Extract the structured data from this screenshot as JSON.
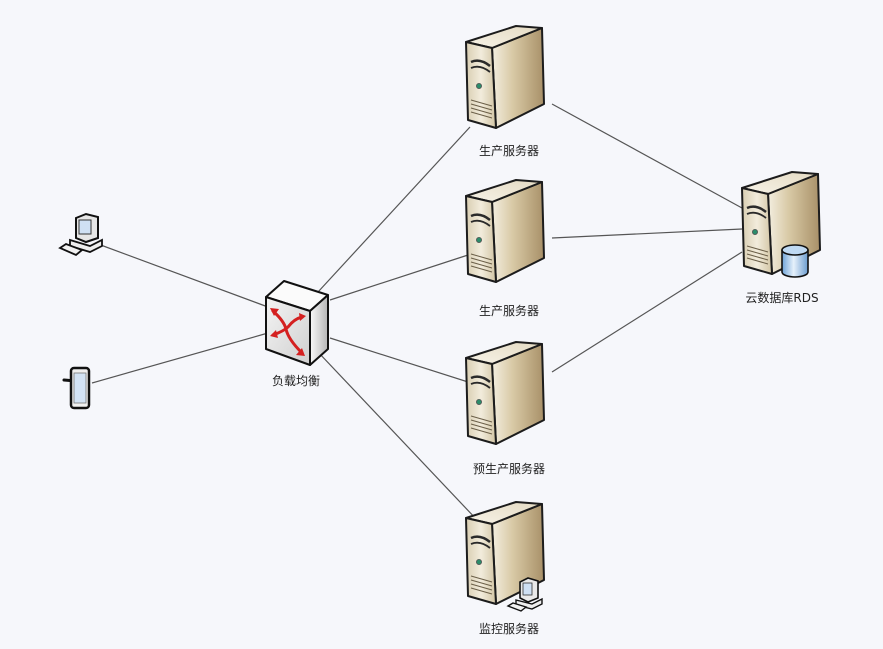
{
  "diagram": {
    "title": "",
    "nodes": [
      {
        "id": "pc",
        "type": "desktop-client",
        "label": ""
      },
      {
        "id": "mobile",
        "type": "mobile-client",
        "label": ""
      },
      {
        "id": "lb",
        "type": "load-balancer",
        "label": "负载均衡"
      },
      {
        "id": "prod1",
        "type": "server",
        "label": "生产服务器"
      },
      {
        "id": "prod2",
        "type": "server",
        "label": "生产服务器"
      },
      {
        "id": "preprod",
        "type": "server",
        "label": "预生产服务器"
      },
      {
        "id": "monitor",
        "type": "monitor-server",
        "label": "监控服务器"
      },
      {
        "id": "rds",
        "type": "database-server",
        "label": "云数据库RDS"
      }
    ],
    "edges": [
      {
        "from": "pc",
        "to": "lb"
      },
      {
        "from": "mobile",
        "to": "lb"
      },
      {
        "from": "lb",
        "to": "prod1"
      },
      {
        "from": "lb",
        "to": "prod2"
      },
      {
        "from": "lb",
        "to": "preprod"
      },
      {
        "from": "lb",
        "to": "monitor"
      },
      {
        "from": "prod1",
        "to": "rds"
      },
      {
        "from": "prod2",
        "to": "rds"
      },
      {
        "from": "preprod",
        "to": "rds"
      }
    ],
    "colors": {
      "background": "#f6f7fb",
      "edge": "#555555",
      "server_front": "#e8dfc8",
      "server_side": "#b9a47c",
      "switch_arrows": "#d42020",
      "db_cylinder": "#9cc4ea"
    }
  }
}
